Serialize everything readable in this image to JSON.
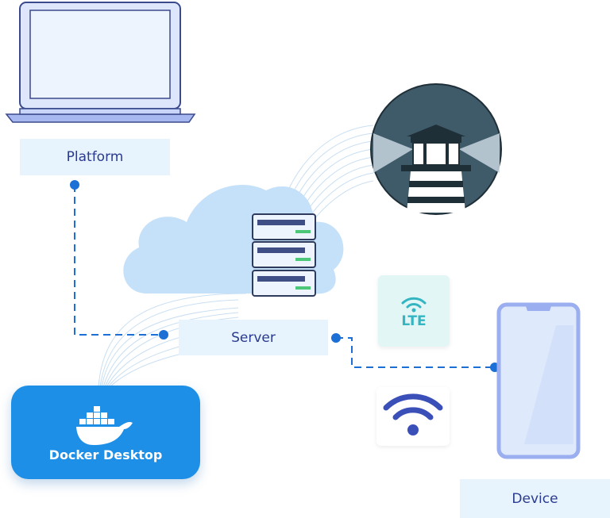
{
  "labels": {
    "platform": "Platform",
    "server": "Server",
    "device": "Device",
    "docker_desktop": "Docker Desktop",
    "lte": "LTE"
  },
  "icons": [
    "laptop-icon",
    "cloud-icon",
    "server-rack-icon",
    "lighthouse-icon",
    "docker-whale-icon",
    "lte-signal-icon",
    "wifi-icon",
    "smartphone-icon"
  ],
  "colors": {
    "label_bg": "#e8f4fd",
    "label_text": "#2a3a8f",
    "connector_blue": "#1c6fd4",
    "docker_blue": "#1d8fe6",
    "cloud": "#c5e1fa",
    "lighthouse_bg": "#3f5a68",
    "lte_teal": "#33b5c2",
    "wifi_indigo": "#3a4fb8",
    "device_frame": "#9aaef0"
  }
}
